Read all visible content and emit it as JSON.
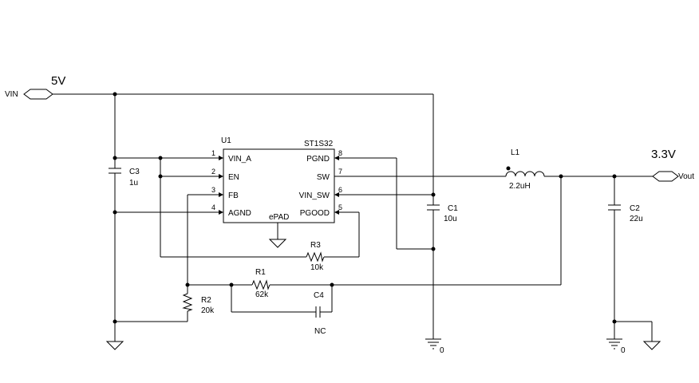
{
  "nets": {
    "vin_port": "VIN",
    "vin_voltage": "5V",
    "vout_port": "Vout",
    "vout_voltage": "3.3V",
    "ground_1": "0",
    "ground_2": "0"
  },
  "ic": {
    "refdes": "U1",
    "part": "ST1S32",
    "epad": "ePAD",
    "pins": [
      {
        "num": "1",
        "name": "VIN_A"
      },
      {
        "num": "2",
        "name": "EN"
      },
      {
        "num": "3",
        "name": "FB"
      },
      {
        "num": "4",
        "name": "AGND"
      },
      {
        "num": "8",
        "name": "PGND"
      },
      {
        "num": "7",
        "name": "SW"
      },
      {
        "num": "6",
        "name": "VIN_SW"
      },
      {
        "num": "5",
        "name": "PGOOD"
      }
    ]
  },
  "components": {
    "C3": {
      "ref": "C3",
      "value": "1u"
    },
    "C1": {
      "ref": "C1",
      "value": "10u"
    },
    "L1": {
      "ref": "L1",
      "value": "2.2uH"
    },
    "C2": {
      "ref": "C2",
      "value": "22u"
    },
    "R3": {
      "ref": "R3",
      "value": "10k"
    },
    "R1": {
      "ref": "R1",
      "value": "62k"
    },
    "R2": {
      "ref": "R2",
      "value": "20k"
    },
    "C4": {
      "ref": "C4",
      "value": "NC"
    }
  }
}
